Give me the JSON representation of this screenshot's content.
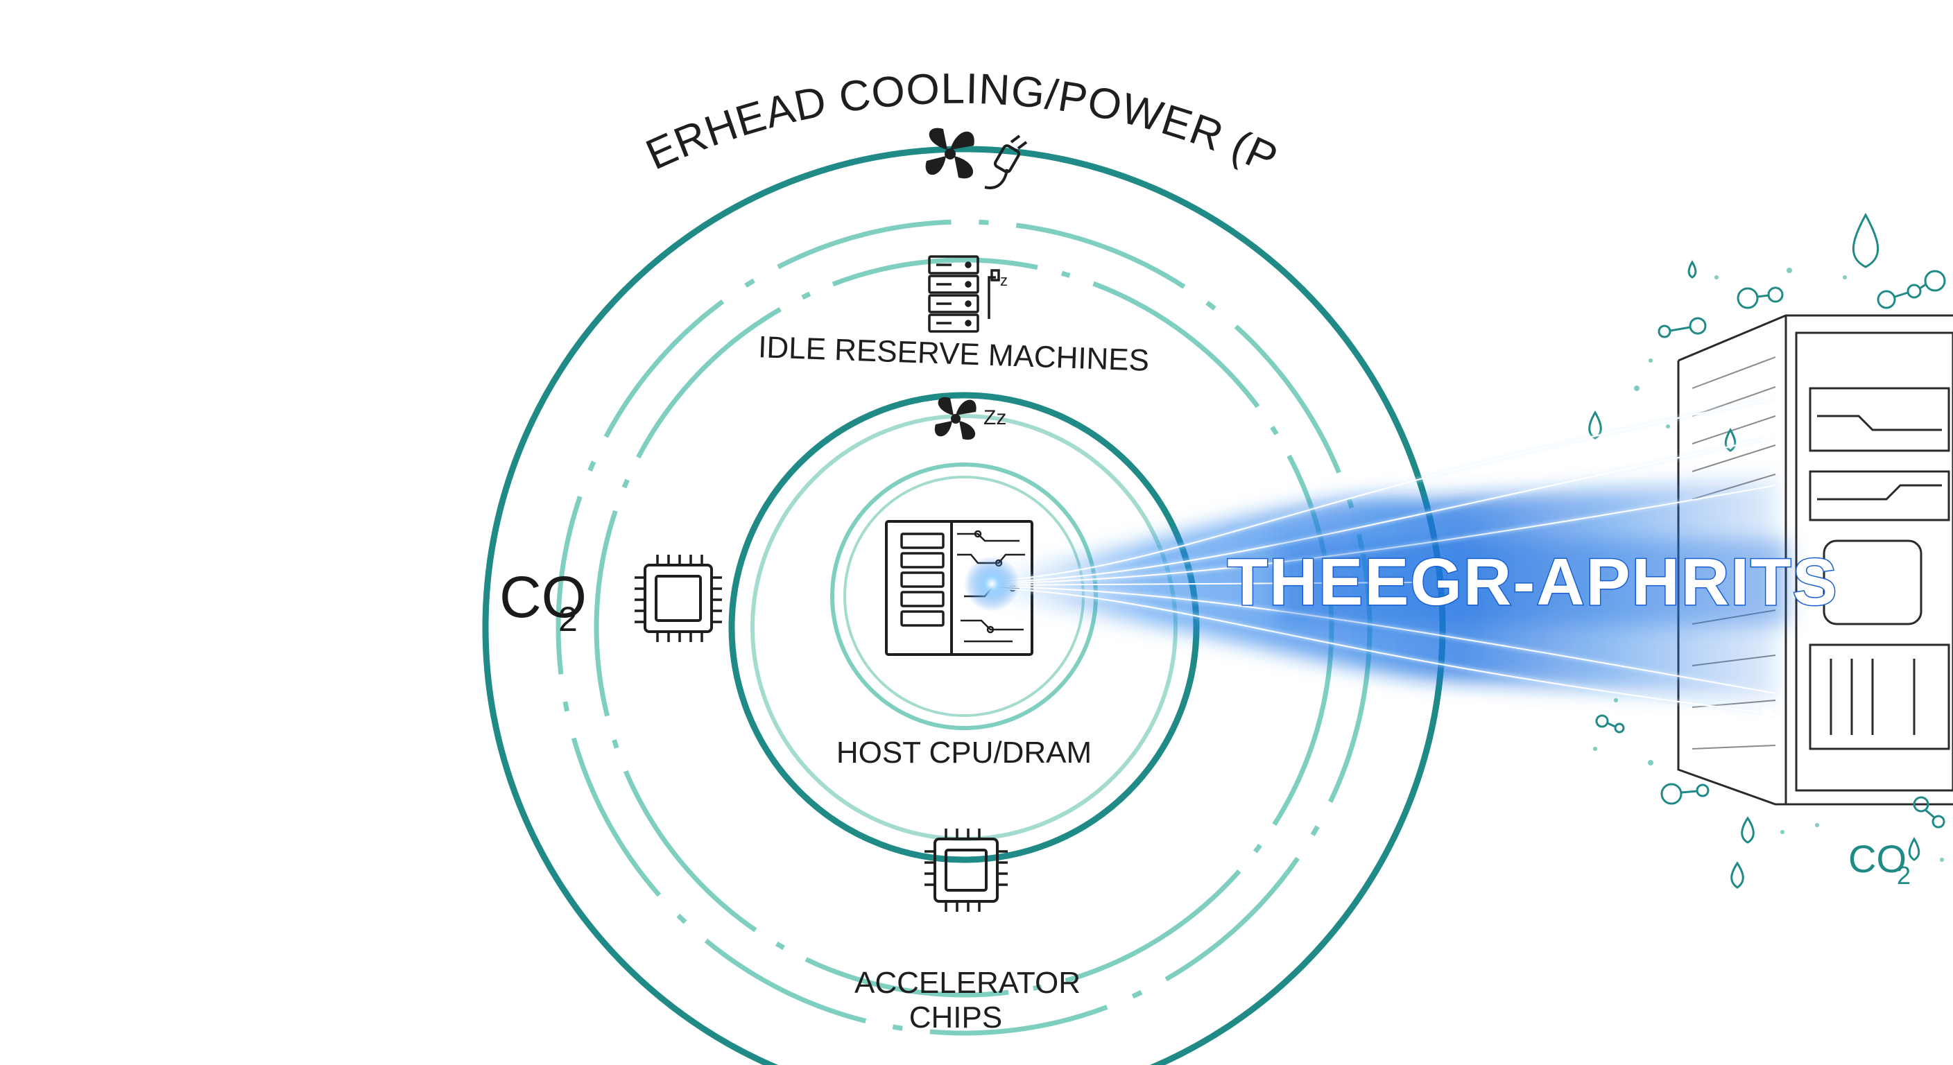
{
  "diagram": {
    "outer_title": "OVERHEAD COOLING/POWER (PUE)",
    "ring_labels": {
      "idle": "IDLE RESERVE MACHINES",
      "host": "HOST CPU/DRAM",
      "accel_line1": "ACCELERATOR",
      "accel_line2": "CHIPS"
    },
    "co2_left": {
      "main": "CO",
      "sub": "2"
    },
    "co2_right": {
      "main": "CO",
      "sub": "2"
    },
    "banner": "THEEGR-APHRITS",
    "sleep_marks": {
      "idle": "z",
      "fan": "Zz"
    },
    "colors": {
      "outer_ring": "#1f8a86",
      "mid_ring": "#7fcfc0",
      "inner_ring": "#1f8a86",
      "glow_blue": "#1e78e6",
      "ink": "#1e1e1e"
    },
    "icons": [
      "fan-icon",
      "plug-icon",
      "server-rack-icon",
      "sleep-icon",
      "chip-icon",
      "circuit-board-icon",
      "water-drop-icon",
      "molecule-icon",
      "server-cabinet-icon"
    ]
  }
}
